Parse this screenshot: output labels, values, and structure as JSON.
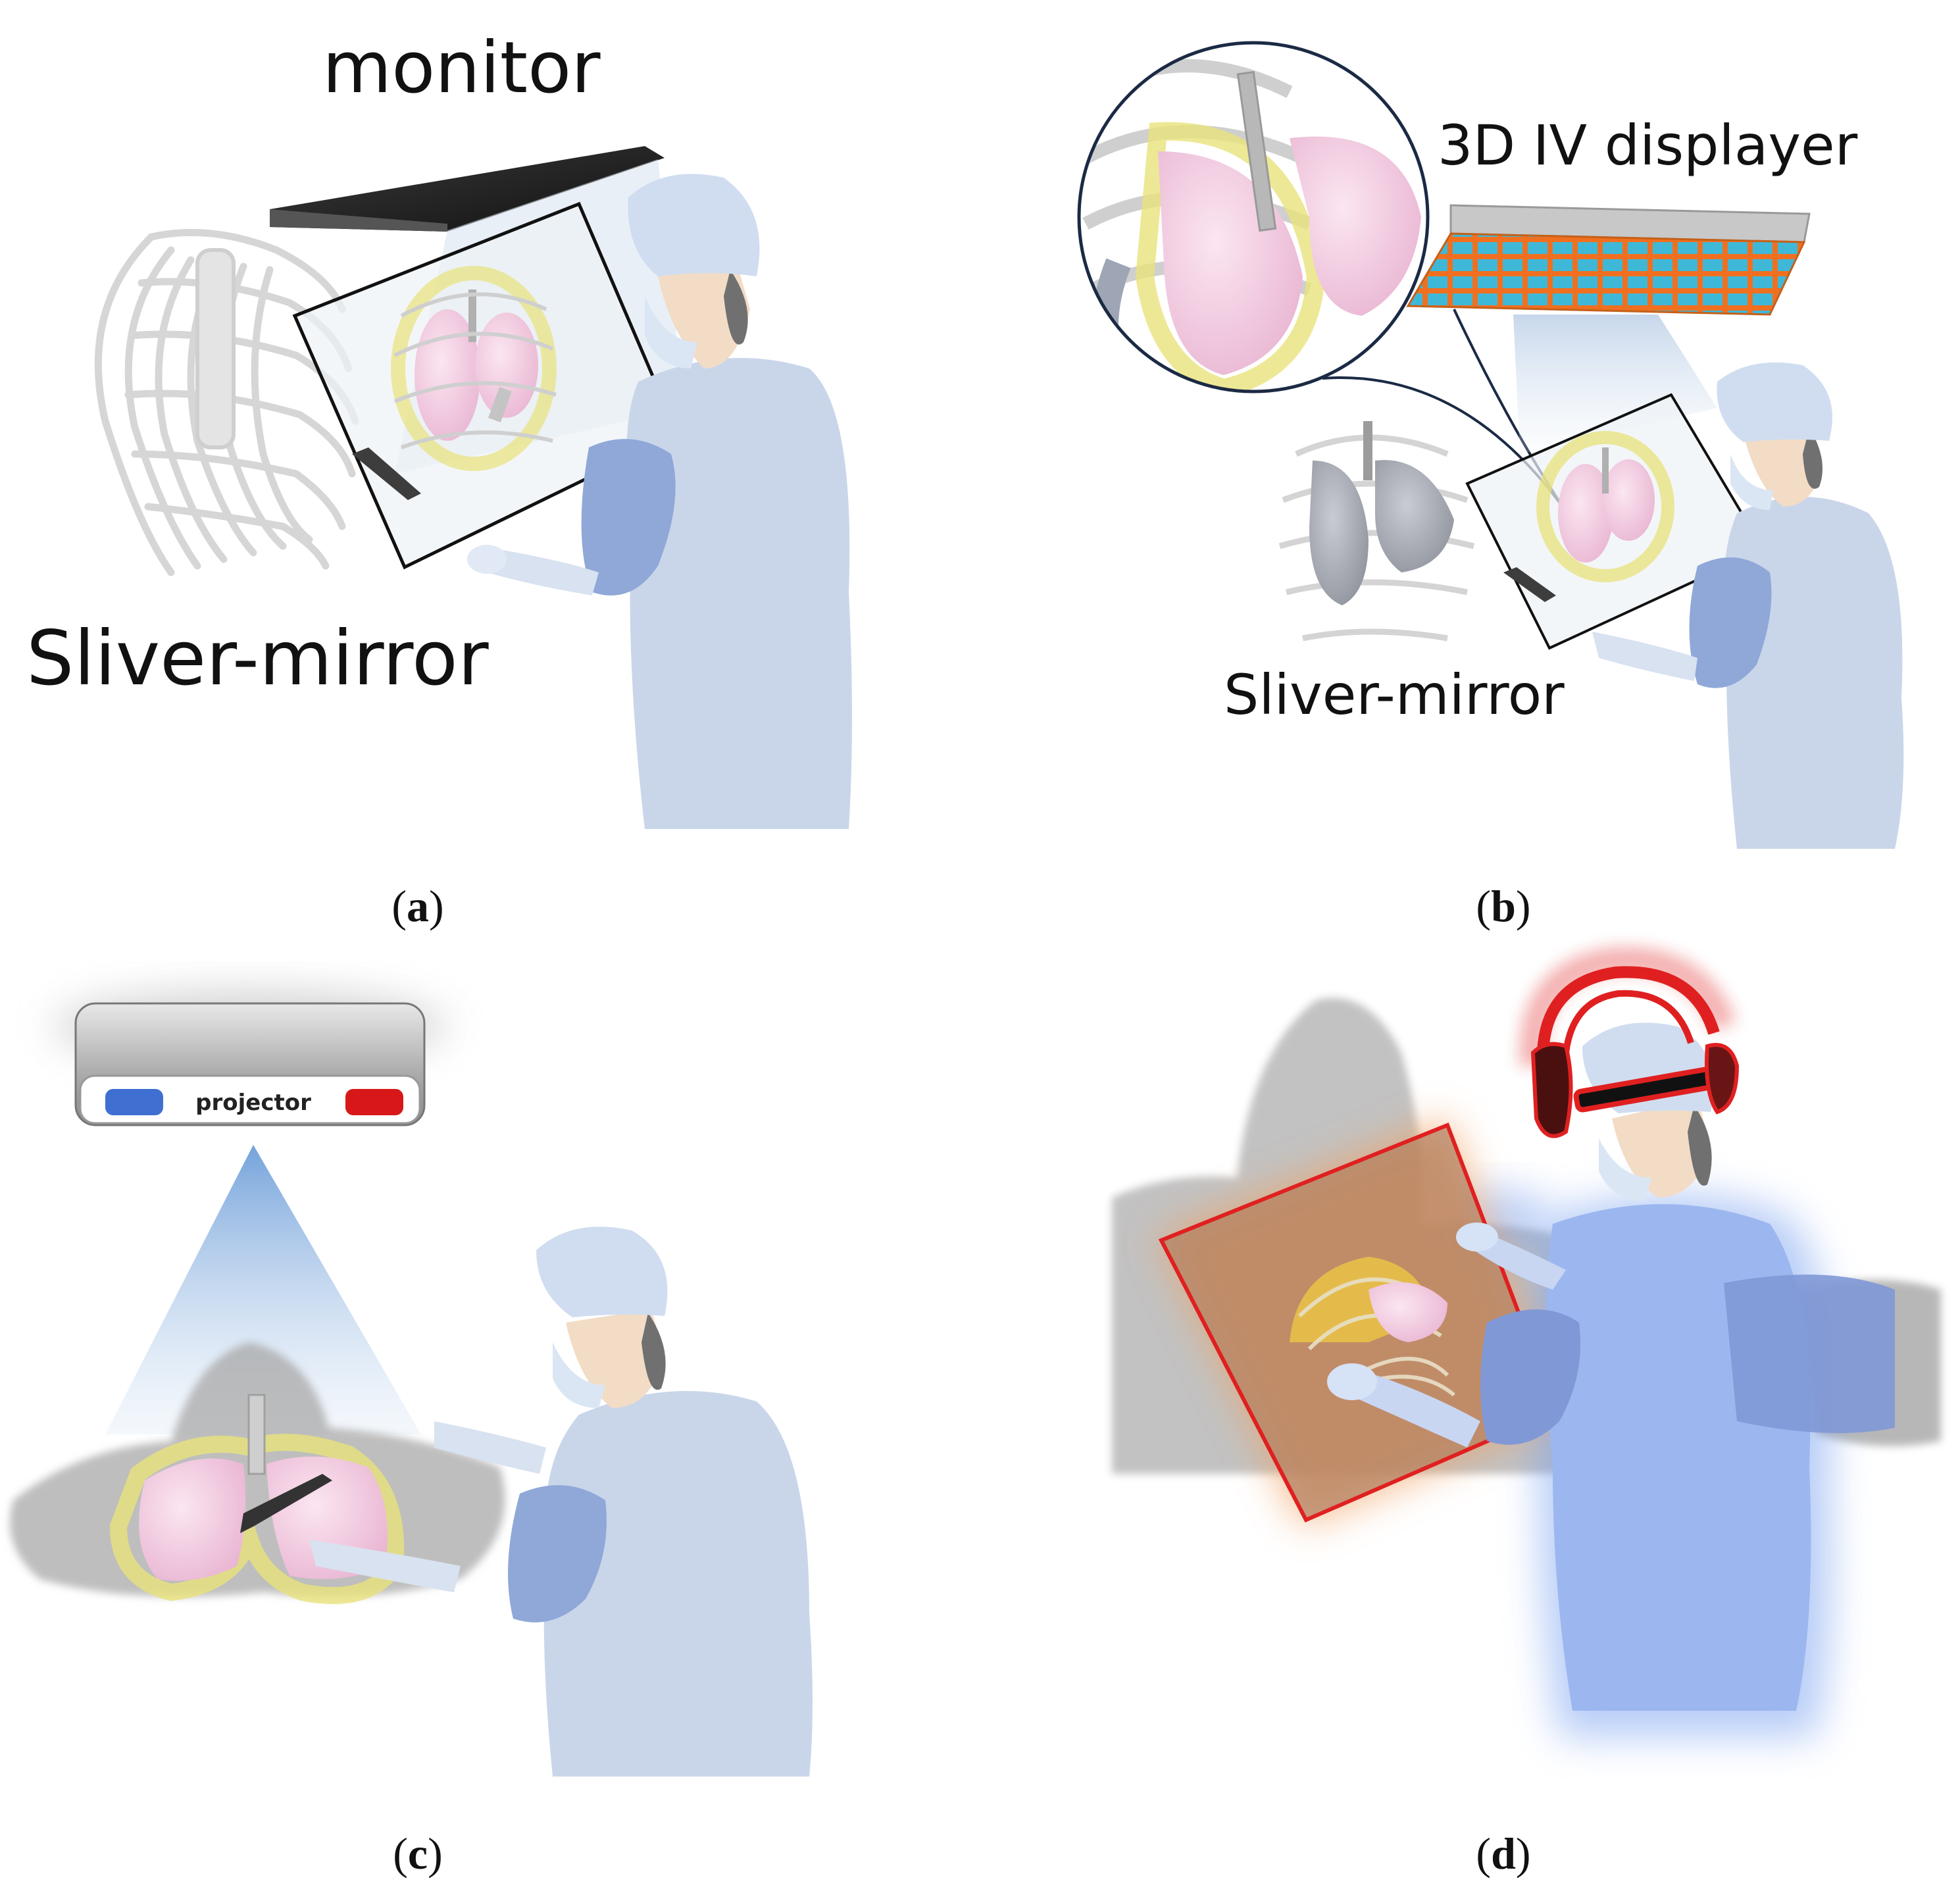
{
  "panels": {
    "a": {
      "label_monitor": "monitor",
      "label_mirror": "Sliver-mirror",
      "caption_letter": "a"
    },
    "b": {
      "label_display": "3D IV displayer",
      "label_mirror": "Sliver-mirror",
      "caption_letter": "b"
    },
    "c": {
      "label_projector": "projector",
      "caption_letter": "c"
    },
    "d": {
      "caption_letter": "d"
    }
  },
  "colors": {
    "gown": "#c9d6ea",
    "gown_dark": "#8fa8d8",
    "skin": "#f2dcc6",
    "hair": "#707070",
    "lung": "#f0c6dc",
    "glow_yellow": "#e8e27a",
    "ribs": "#d8d8d8",
    "monitor": "#2a2a2a",
    "ar_red": "#e02020",
    "ar_glow_blue": "#7aa2f0",
    "ar_glow_orange": "#f0a060",
    "iv_cell": "#3fb8d8",
    "iv_grid": "#f07020"
  }
}
